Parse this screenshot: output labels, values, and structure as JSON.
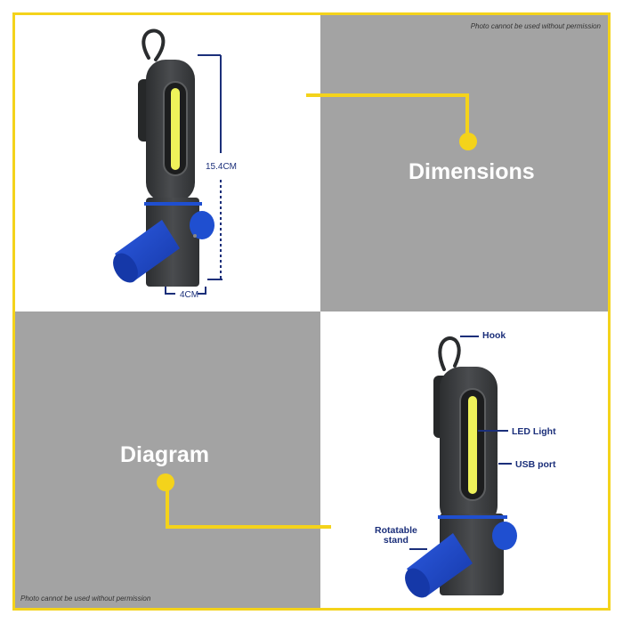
{
  "watermarks": {
    "top": "Photo cannot be used without permission",
    "bottom": "Photo cannot be used without permission"
  },
  "panels": {
    "dimensions_label": "Dimensions",
    "diagram_label": "Diagram"
  },
  "dimensions": {
    "height": "15.4CM",
    "width": "4CM"
  },
  "callouts": {
    "hook": "Hook",
    "led": "LED Light",
    "usb": "USB port",
    "stand_line1": "Rotatable",
    "stand_line2": "stand"
  },
  "colors": {
    "frame": "#f4d31b",
    "panel_gray": "#a3a3a3",
    "accent_navy": "#1b2f7a",
    "light_body": "#3d3f41",
    "stand_blue": "#1f4fd0",
    "led_yellow": "#eef25a"
  },
  "icons": {
    "work_light": "work-light-icon"
  }
}
